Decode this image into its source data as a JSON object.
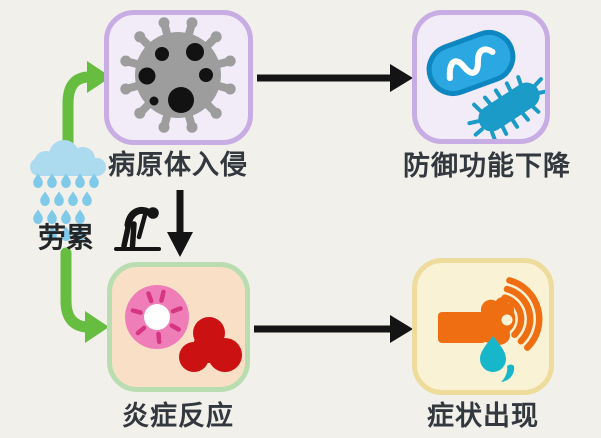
{
  "palette": {
    "background": "#F2F0EA",
    "arrow_black": "#141414",
    "arrow_green": "#66BD40",
    "purple_box_fill": "#F2EBF8",
    "purple_box_border": "#C7ADE3",
    "inflammation_box_fill": "#F8DFC6",
    "inflammation_box_border": "#B9DDB1",
    "symptom_box_fill": "#FAF2D4",
    "symptom_box_border": "#EDDC9C",
    "label_text": "#32383E",
    "cloud_blue": "#ACDAEF",
    "raindrop_blue": "#7FC9E9",
    "virus_gray": "#9D9D9D",
    "virus_spot_black": "#121212",
    "microbe_blue": "#2BA7E1",
    "microbe_blue_border": "#0E86C0",
    "bacterium_teal": "#1B9BC7",
    "cell_pink": "#EF7EB8",
    "cell_dash_pink": "#D63583",
    "blob_red": "#CB1111",
    "sneeze_orange": "#F06E12",
    "droplet_teal": "#17B7CB",
    "person_black": "#151515"
  },
  "cause": {
    "label": "劳累",
    "icons": [
      "rain-cloud-icon",
      "raindrops-icon",
      "bending-person-icon"
    ]
  },
  "nodes": [
    {
      "id": "pathogen-invasion",
      "label": "病原体入侵",
      "icon": "virus-icon"
    },
    {
      "id": "defense-decline",
      "label": "防御功能下降",
      "icon": "bacteria-icon"
    },
    {
      "id": "inflammation-response",
      "label": "炎症反应",
      "icon": "inflamed-cell-icon"
    },
    {
      "id": "symptoms-appear",
      "label": "症状出现",
      "icon": "sneeze-icon"
    }
  ],
  "edges": [
    {
      "from": "劳累",
      "to": "病原体入侵",
      "color": "#66BD40",
      "style": "curved-arrow"
    },
    {
      "from": "劳累",
      "to": "炎症反应",
      "color": "#66BD40",
      "style": "curved-arrow"
    },
    {
      "from": "病原体入侵",
      "to": "防御功能下降",
      "color": "#141414",
      "style": "straight-arrow"
    },
    {
      "from": "病原体入侵",
      "to": "炎症反应",
      "color": "#141414",
      "style": "straight-arrow"
    },
    {
      "from": "炎症反应",
      "to": "症状出现",
      "color": "#141414",
      "style": "straight-arrow"
    }
  ]
}
